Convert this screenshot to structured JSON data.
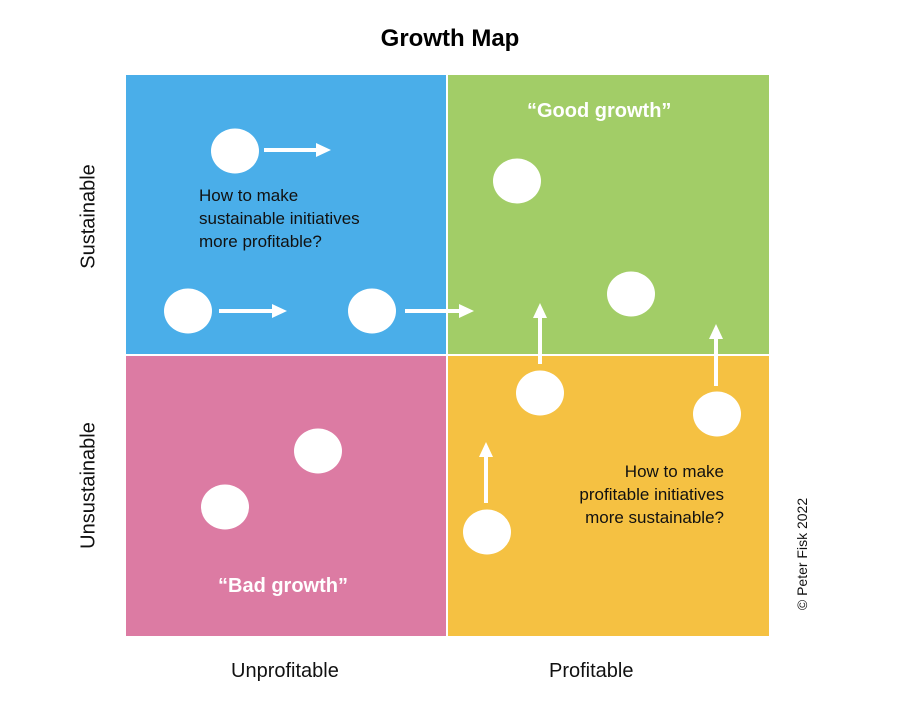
{
  "title": "Growth Map",
  "colors": {
    "sustainable_unprofitable": "#4AAEE9",
    "sustainable_profitable": "#A2CD67",
    "unsustainable_unprofitable": "#DC7BA3",
    "unsustainable_profitable": "#F5C142"
  },
  "axes": {
    "x_labels": [
      "Unprofitable",
      "Profitable"
    ],
    "y_labels": [
      "Sustainable",
      "Unsustainable"
    ]
  },
  "quadrants": {
    "top_left": {
      "question": [
        "How to make",
        "sustainable initiatives",
        "more profitable?"
      ]
    },
    "top_right": {
      "label": "“Good growth”"
    },
    "bottom_left": {
      "label": "“Bad growth”"
    },
    "bottom_right": {
      "question": [
        "How to make",
        "profitable initiatives",
        "more sustainable?"
      ]
    }
  },
  "copyright": "© Peter Fisk 2022"
}
